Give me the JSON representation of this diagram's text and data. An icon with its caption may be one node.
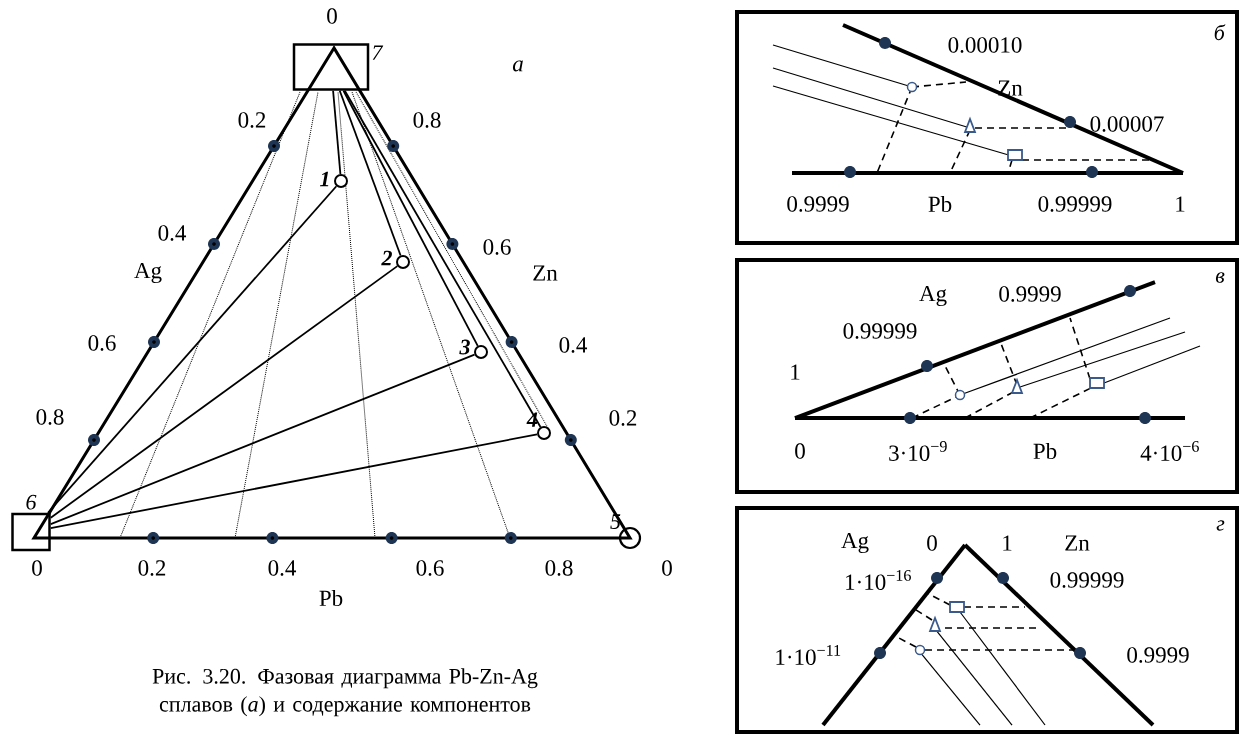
{
  "diagram": {
    "caption": "Рис. 3.20. Фазовая диаграмма Pb-Zn-Ag сплавов (*а*) и содержание компонентов",
    "nodes": [
      {
        "text": [
          "7"
        ]
      },
      {
        "text": [
          "1"
        ]
      },
      {
        "text": [
          "2"
        ]
      },
      {
        "text": [
          "3"
        ]
      },
      {
        "text": [
          "4"
        ]
      },
      {
        "text": [
          "6"
        ]
      },
      {
        "text": [
          "5"
        ]
      },
      {
        "text": [
          "б"
        ]
      },
      {
        "text": [
          "в"
        ]
      },
      {
        "text": [
          "г"
        ]
      }
    ],
    "edges": [
      {
        "from": 0,
        "to": 1,
        "arrow": "none"
      },
      {
        "from": 0,
        "to": 2,
        "arrow": "none"
      },
      {
        "from": 0,
        "to": 3,
        "arrow": "none"
      },
      {
        "from": 0,
        "to": 4,
        "arrow": "none"
      },
      {
        "from": 5,
        "to": 1,
        "arrow": "none"
      },
      {
        "from": 5,
        "to": 2,
        "arrow": "none"
      },
      {
        "from": 5,
        "to": 3,
        "arrow": "none"
      },
      {
        "from": 5,
        "to": 4,
        "arrow": "none"
      }
    ],
    "labels": [
      "0",
      "а",
      "0.2",
      "0.8",
      "0.4",
      "Ag",
      "0.6",
      "Zn",
      "0.6",
      "0.4",
      "0.8",
      "0.2",
      "0",
      "0.2",
      "0.4",
      "0.6",
      "0.8",
      "0",
      "Pb",
      "0.00010",
      "Zn",
      "0.00007",
      "0.9999",
      "Pb",
      "0.99999",
      "1",
      "Ag",
      "0.9999",
      "0.99999",
      "1",
      "0",
      "3·10$^{−9}$",
      "Pb",
      "4·10$^{−6}$",
      "Ag",
      "0",
      "1",
      "Zn",
      "1·10$^{−16}$",
      "0.99999",
      "1·10$^{−11}$",
      "0.9999"
    ]
  }
}
